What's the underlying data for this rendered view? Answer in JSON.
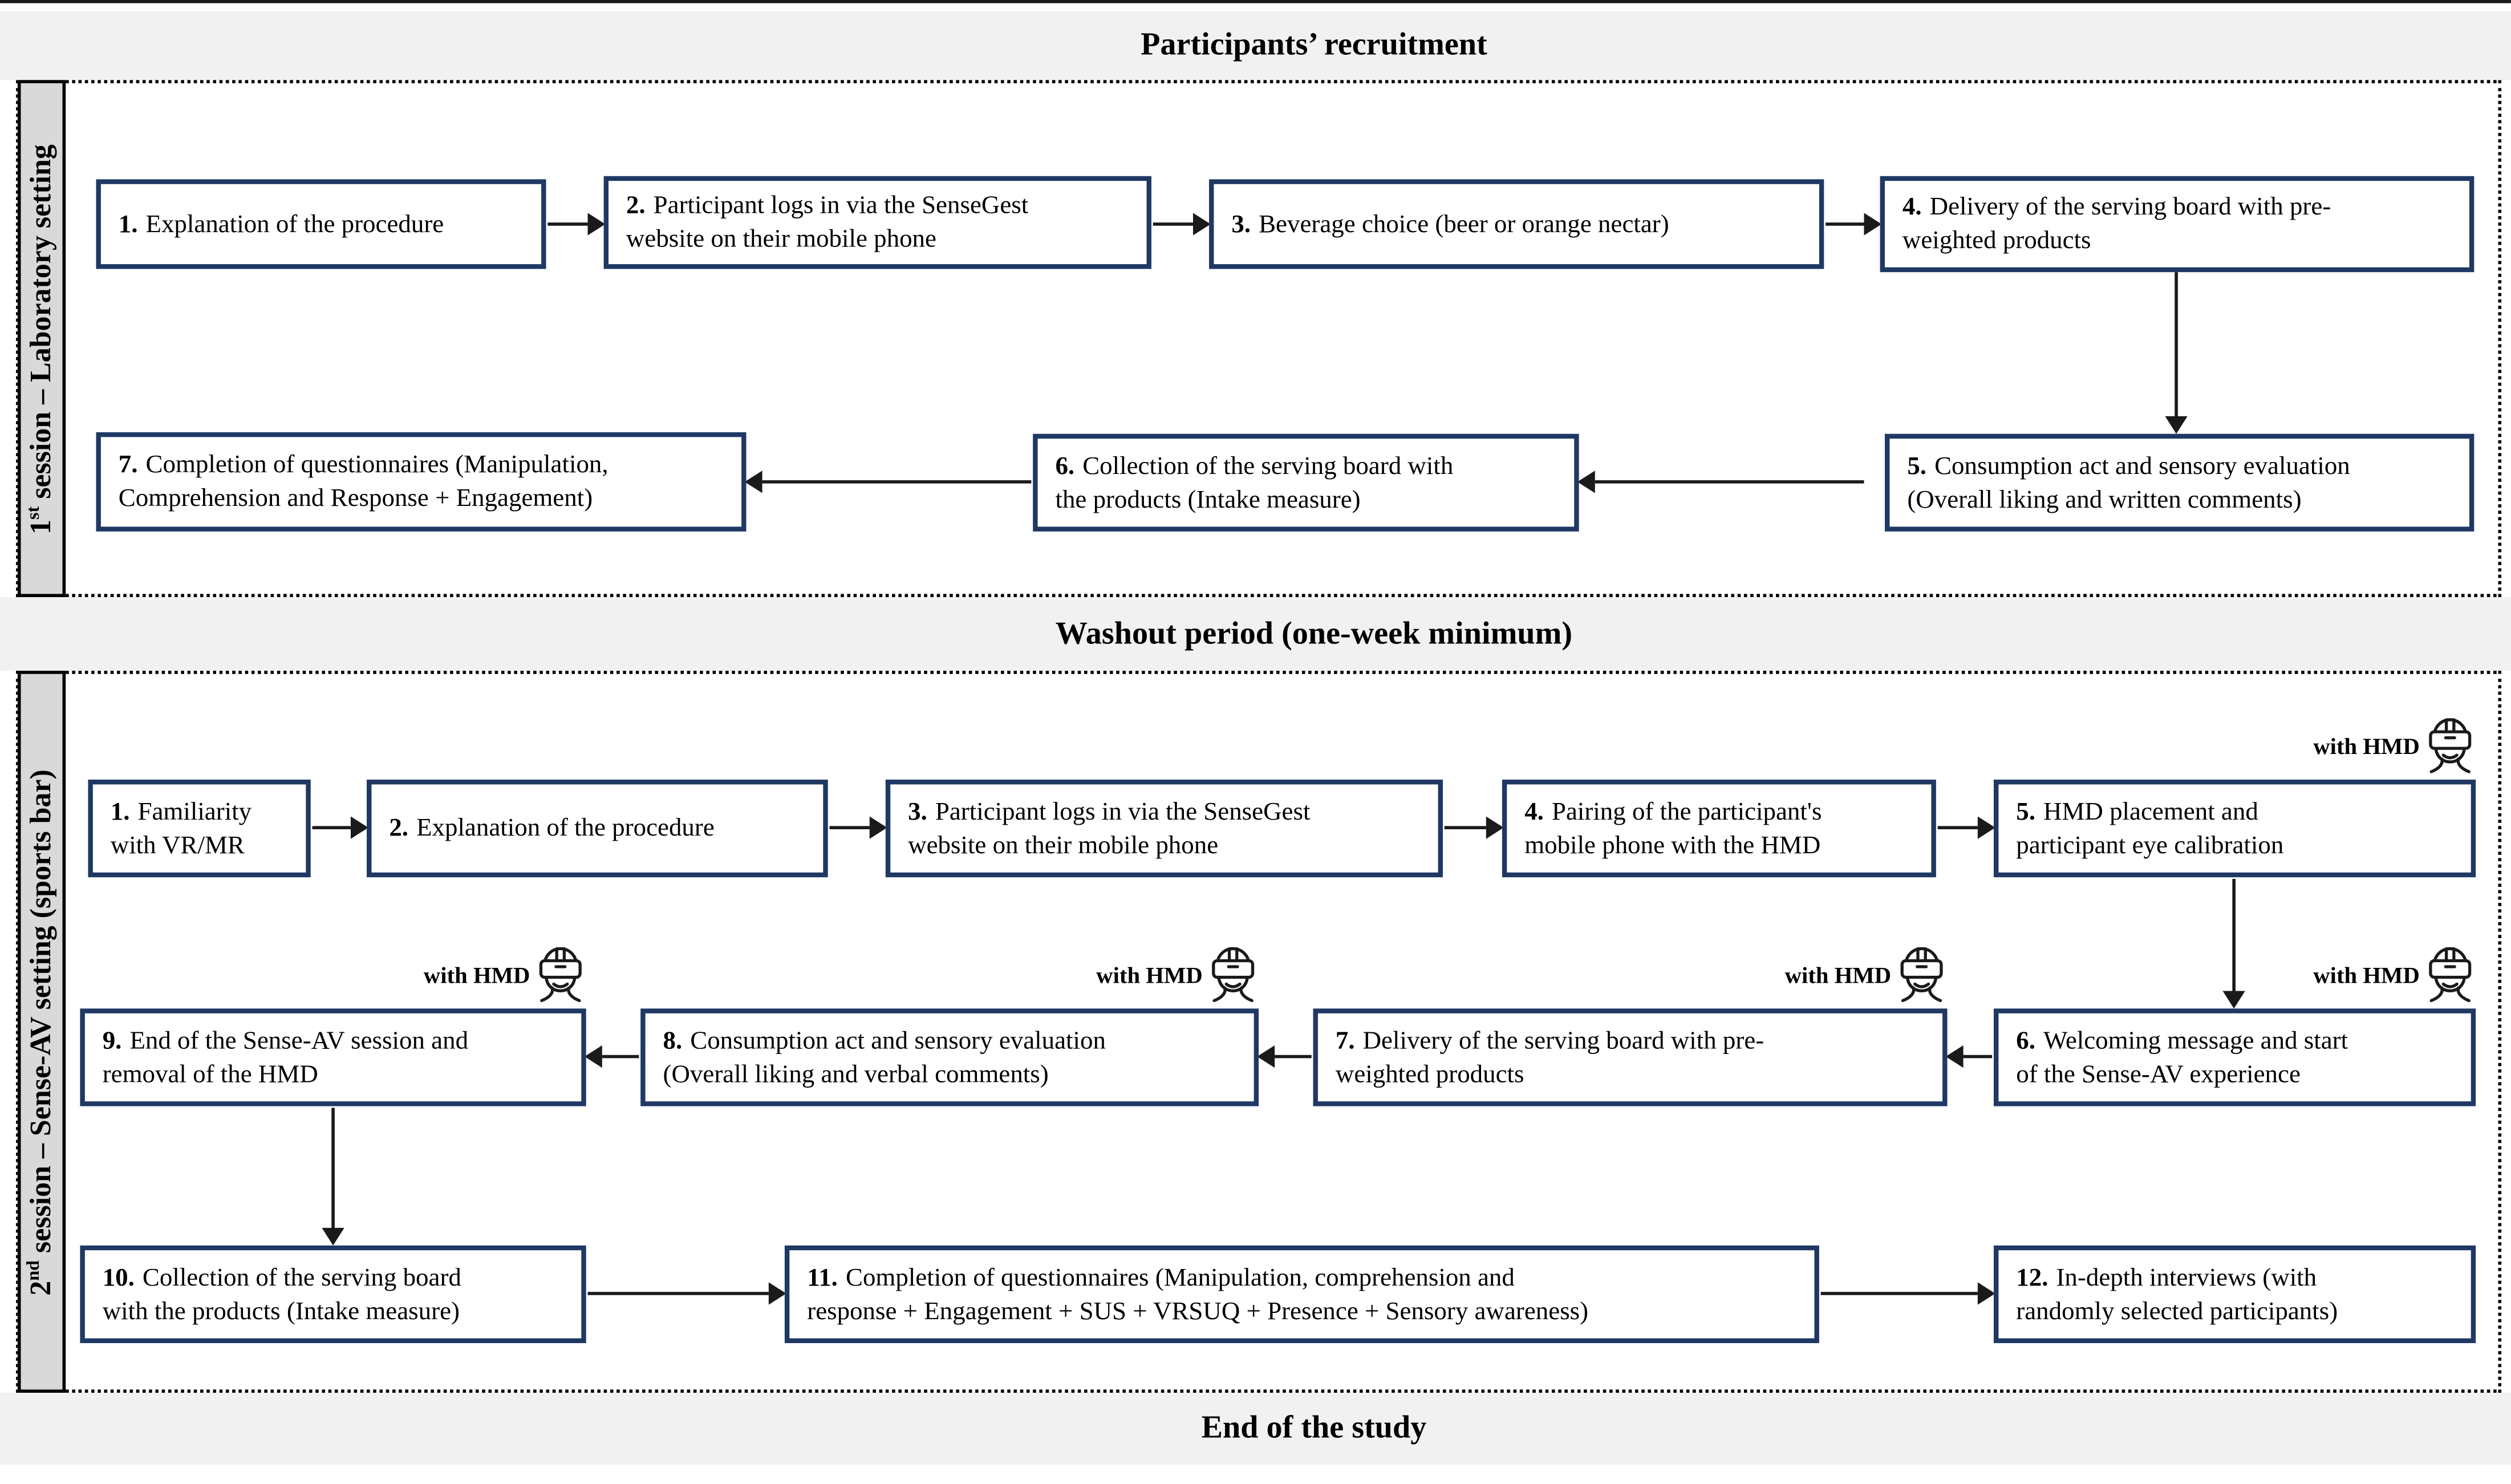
{
  "figure": {
    "top_header": "Participants’ recruitment",
    "washout_header": "Washout period (one-week minimum)",
    "end_header": "End of the study",
    "hmd_badge": "with HMD",
    "colors": {
      "box_border": "#1f3864",
      "band_background": "#f1f1f1",
      "sidebar_background": "#d9d9d9",
      "arrow": "#1a1a1a",
      "text": "#000000"
    }
  },
  "session1": {
    "label": {
      "ordinal": "1",
      "suffix": "st",
      "rest": " session – Laboratory setting"
    },
    "boxes": [
      {
        "num": "1.",
        "text": "Explanation of the procedure"
      },
      {
        "num": "2.",
        "text": "Participant logs in via the SenseGest\nwebsite on their mobile phone"
      },
      {
        "num": "3.",
        "text": "Beverage choice (beer or orange nectar)"
      },
      {
        "num": "4.",
        "text": "Delivery of the serving board with pre-\nweighted products"
      },
      {
        "num": "5.",
        "text": "Consumption act and sensory evaluation\n(Overall liking and written comments)"
      },
      {
        "num": "6.",
        "text": "Collection of the serving board with\nthe products (Intake measure)"
      },
      {
        "num": "7.",
        "text": "Completion of questionnaires (Manipulation,\nComprehension and Response + Engagement)"
      }
    ]
  },
  "session2": {
    "label": {
      "ordinal": "2",
      "suffix": "nd",
      "rest": " session – Sense-AV setting (sports bar)"
    },
    "boxes": [
      {
        "num": "1.",
        "text": "Familiarity\nwith VR/MR"
      },
      {
        "num": "2.",
        "text": "Explanation of the procedure"
      },
      {
        "num": "3.",
        "text": "Participant logs in via the SenseGest\nwebsite on their mobile phone"
      },
      {
        "num": "4.",
        "text": "Pairing of the participant's\nmobile phone with the HMD"
      },
      {
        "num": "5.",
        "text": "HMD placement and\nparticipant eye calibration"
      },
      {
        "num": "6.",
        "text": "Welcoming message and start\nof the Sense-AV experience"
      },
      {
        "num": "7.",
        "text": "Delivery of the serving board with pre-\nweighted products"
      },
      {
        "num": "8.",
        "text": "Consumption act and sensory evaluation\n(Overall liking and verbal comments)"
      },
      {
        "num": "9.",
        "text": "End of the Sense-AV session and\nremoval of the HMD"
      },
      {
        "num": "10.",
        "text": "Collection of the serving board\nwith the products (Intake measure)"
      },
      {
        "num": "11.",
        "text": "Completion of questionnaires (Manipulation, comprehension and\nresponse + Engagement + SUS + VRSUQ + Presence + Sensory awareness)"
      },
      {
        "num": "12.",
        "text": "In-depth interviews (with\nrandomly selected participants)"
      }
    ]
  }
}
